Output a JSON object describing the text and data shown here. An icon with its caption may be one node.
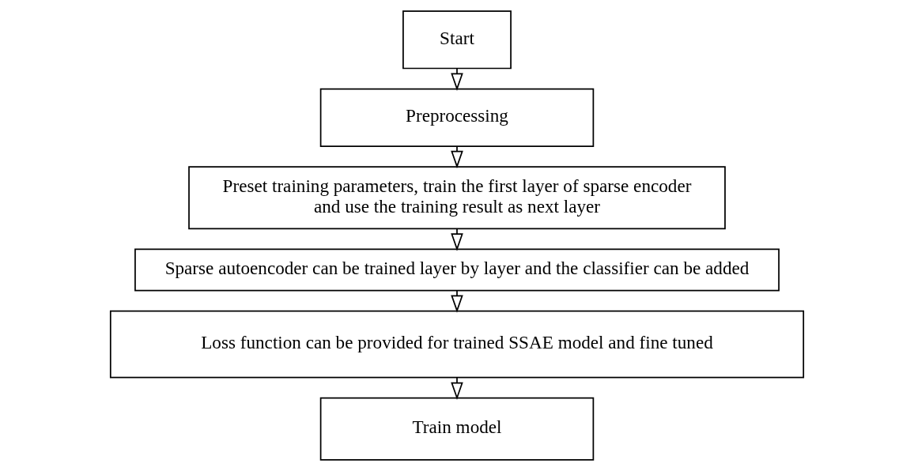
{
  "diagram": {
    "nodes": [
      {
        "text": [
          "Start"
        ]
      },
      {
        "text": [
          "Preprocessing"
        ]
      },
      {
        "text": [
          "Preset training parameters, train the first layer of sparse encoder and use the training result as next layer"
        ]
      },
      {
        "text": [
          "Sparse autoencoder can be trained layer by layer and the classifier can be added"
        ]
      },
      {
        "text": [
          "Loss function can be provided for trained SSAE model and fine tuned"
        ]
      },
      {
        "text": [
          "Train model"
        ]
      }
    ],
    "edges": [
      {
        "from": 0,
        "to": 1,
        "arrow": "to"
      },
      {
        "from": 1,
        "to": 2,
        "arrow": "to"
      },
      {
        "from": 2,
        "to": 3,
        "arrow": "to"
      },
      {
        "from": 3,
        "to": 4,
        "arrow": "to"
      },
      {
        "from": 4,
        "to": 5,
        "arrow": "to"
      }
    ]
  }
}
